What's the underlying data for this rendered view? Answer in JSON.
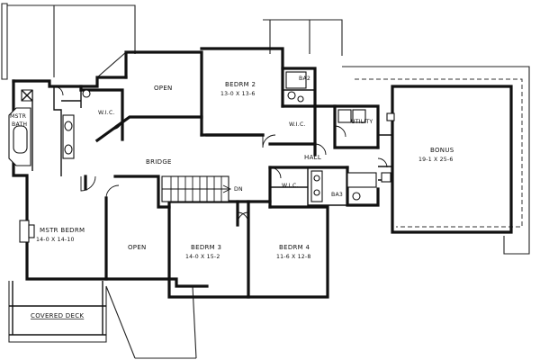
{
  "rooms": {
    "mstr_bath": {
      "line1": "MSTR",
      "line2": "BATH"
    },
    "wic_master": "W.I.C.",
    "open_top": "OPEN",
    "bedrm2": {
      "name": "BEDRM 2",
      "size": "13-0 X 13-6"
    },
    "ba2": "BA2",
    "wic_bed2": "W.I.C.",
    "utility": "UTILITY",
    "bonus": {
      "name": "BONUS",
      "size": "19-1 X 25-6"
    },
    "bridge": "BRIDGE",
    "hall": "HALL",
    "wic_hall": "W.I.C.",
    "dn": "DN",
    "ba3": "BA3",
    "mstr_bedrm": {
      "name": "MSTR BEDRM",
      "size": "14-0 X 14-10"
    },
    "open_bottom": "OPEN",
    "bedrm3": {
      "name": "BEDRM 3",
      "size": "14-0 X 15-2"
    },
    "bedrm4": {
      "name": "BEDRM 4",
      "size": "11-6 X 12-8"
    },
    "covered_deck": "COVERED DECK"
  }
}
